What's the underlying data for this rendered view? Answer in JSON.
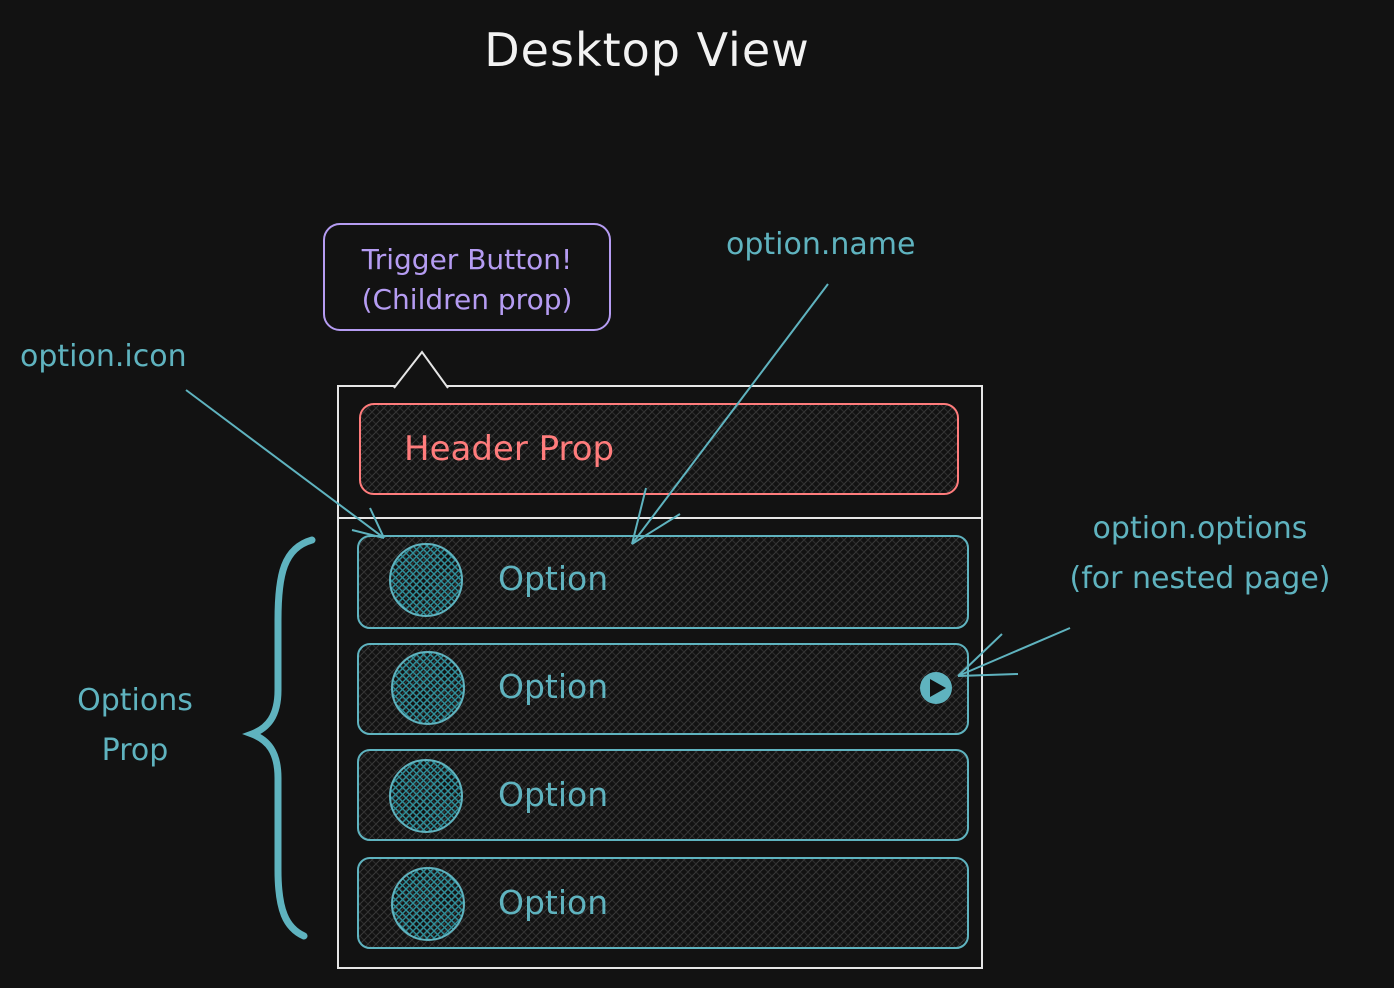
{
  "title": "Desktop View",
  "trigger_note": {
    "line1": "Trigger Button!",
    "line2": "(Children prop)"
  },
  "header_label": "Header Prop",
  "annotations": {
    "option_icon": "option.icon",
    "option_name": "option.name",
    "option_options_line1": "option.options",
    "option_options_line2": "(for nested page)",
    "options_prop_line1": "Options",
    "options_prop_line2": "Prop"
  },
  "options": [
    {
      "label": "Option",
      "has_nested": false
    },
    {
      "label": "Option",
      "has_nested": true
    },
    {
      "label": "Option",
      "has_nested": false
    },
    {
      "label": "Option",
      "has_nested": false
    }
  ],
  "colors": {
    "background": "#121212",
    "teal": "#5fb3bf",
    "purple": "#b59cf2",
    "red": "#ff7c7c",
    "outline": "#e6e6e6"
  },
  "icons": {
    "option_icon": "circle-icon",
    "nested_indicator": "play-icon"
  }
}
